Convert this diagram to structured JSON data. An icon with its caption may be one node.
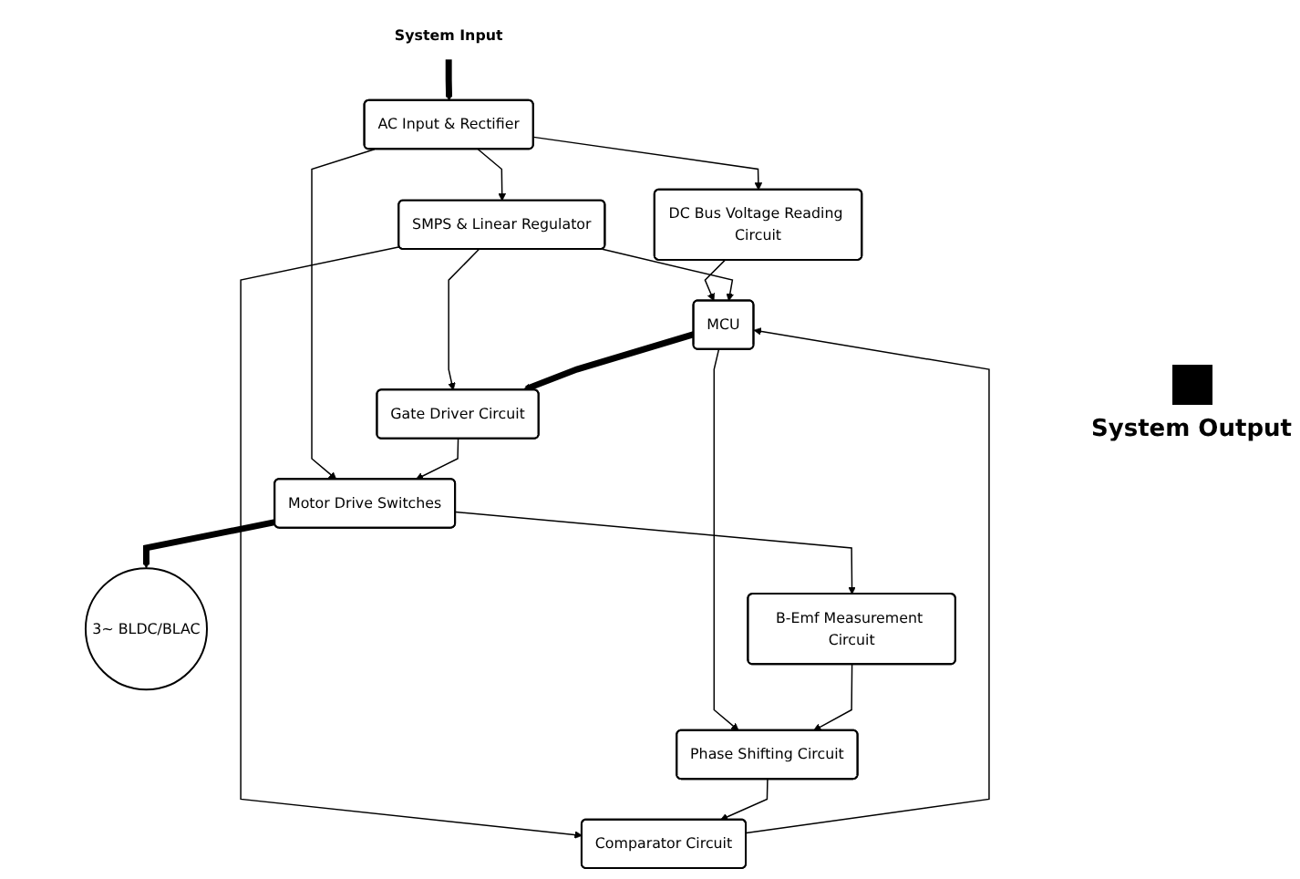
{
  "diagram": {
    "nodes": [
      {
        "text": [
          "System Input"
        ]
      },
      {
        "text": [
          "DC Bus Voltage Reading Circuit"
        ]
      },
      {
        "text": [
          "AC Input & Rectifier"
        ]
      },
      {
        "text": [
          "Motor Drive Switches"
        ]
      },
      {
        "text": [
          "MCU"
        ]
      },
      {
        "text": [
          "SMPS & Linear Regulator"
        ]
      },
      {
        "text": [
          "Gate Driver Circuit"
        ]
      },
      {
        "text": [
          "3~ BLDC/BLAC"
        ]
      },
      {
        "text": [
          "Comparator Circuit"
        ]
      },
      {
        "text": [
          "Phase Shifting Circuit"
        ]
      },
      {
        "text": [
          "B-Emf Measurement Circuit"
        ]
      }
    ],
    "edges": [
      {
        "from": 0,
        "to": 2,
        "arrow": "to",
        "style": "thick"
      },
      {
        "from": 2,
        "to": 1,
        "arrow": "to"
      },
      {
        "from": 2,
        "to": 3,
        "arrow": "to"
      },
      {
        "from": 1,
        "to": 4,
        "arrow": "to"
      },
      {
        "from": 2,
        "to": 5,
        "arrow": "to"
      },
      {
        "from": 5,
        "to": 4,
        "arrow": "to"
      },
      {
        "from": 5,
        "to": 6,
        "arrow": "to"
      },
      {
        "from": 6,
        "to": 3,
        "arrow": "to"
      },
      {
        "from": 3,
        "to": 7,
        "arrow": "to",
        "style": "thick"
      },
      {
        "from": 3,
        "to": 10,
        "arrow": "to"
      },
      {
        "from": 4,
        "to": 6,
        "arrow": "to",
        "style": "thick"
      },
      {
        "from": 5,
        "to": 8,
        "arrow": "to"
      },
      {
        "from": 4,
        "to": 9,
        "arrow": "to"
      },
      {
        "from": 10,
        "to": 9,
        "arrow": "to"
      },
      {
        "from": 9,
        "to": 8,
        "arrow": "to"
      },
      {
        "from": 8,
        "to": 4,
        "arrow": "to"
      }
    ],
    "labels": [
      "System Output"
    ]
  }
}
